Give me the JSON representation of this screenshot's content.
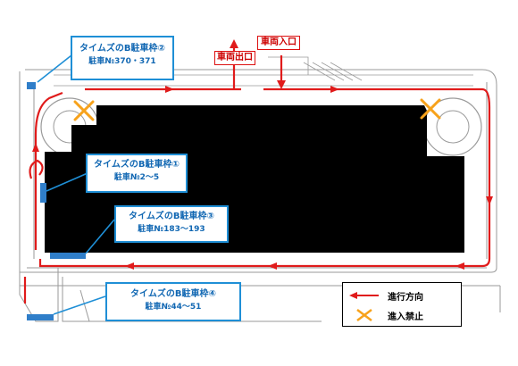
{
  "map": {
    "colors": {
      "route": "#e01b1b",
      "no_entry": "#f7a21b",
      "callout_border": "#1f8fd6",
      "callout_text": "#1268b3",
      "building": "#000000",
      "parking_stall": "#2f7ec9"
    },
    "route_direction": "clockwise",
    "no_entry_markers": 2
  },
  "callouts": [
    {
      "title": "タイムズのB駐車枠②",
      "numbers": "駐車№370・371"
    },
    {
      "title": "タイムズのB駐車枠①",
      "numbers": "駐車№2～5"
    },
    {
      "title": "タイムズのB駐車枠③",
      "numbers": "駐車№183～193"
    },
    {
      "title": "タイムズのB駐車枠④",
      "numbers": "駐車№44～51"
    }
  ],
  "entrances": {
    "exit_label": "車両出口",
    "entry_label": "車両入口"
  },
  "legend": {
    "direction_label": "進行方向",
    "no_entry_label": "進入禁止"
  }
}
